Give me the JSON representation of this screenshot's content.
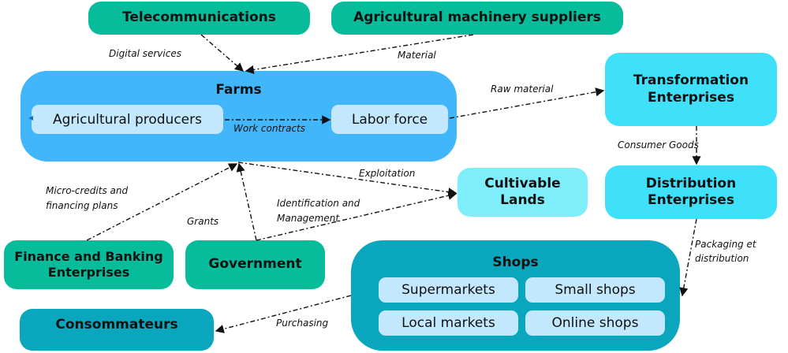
{
  "nodes": {
    "telecom": "Telecommunications",
    "machinery": "Agricultural machinery suppliers",
    "farms": "Farms",
    "producers": "Agricultural producers",
    "labor": "Labor force",
    "transformation": "Transformation Enterprises",
    "distribution": "Distribution Enterprises",
    "cultivable": "Cultivable Lands",
    "finance": "Finance and Banking Enterprises",
    "government": "Government",
    "shops": "Shops",
    "supermarkets": "Supermarkets",
    "small_shops": "Small shops",
    "local_markets": "Local markets",
    "online_shops": "Online shops",
    "consumers": "Consommateurs"
  },
  "edges": {
    "digital": "Digital services",
    "material": "Material",
    "raw": "Raw material",
    "work": "Work contracts",
    "consumer_goods": "Consumer Goods",
    "exploitation": "Exploitation",
    "micro1": "Micro-credits and",
    "micro2": "financing plans",
    "grants": "Grants",
    "ident1": "Identification and",
    "ident2": "Management",
    "pack1": "Packaging et",
    "pack2": "distribution",
    "purchasing": "Purchasing"
  },
  "colors": {
    "green": "#06BC9B",
    "farms": "#42B6FB",
    "cyan": "#3FE0FA",
    "teal": "#0AA6BE",
    "inner": "#C3E8FD"
  }
}
